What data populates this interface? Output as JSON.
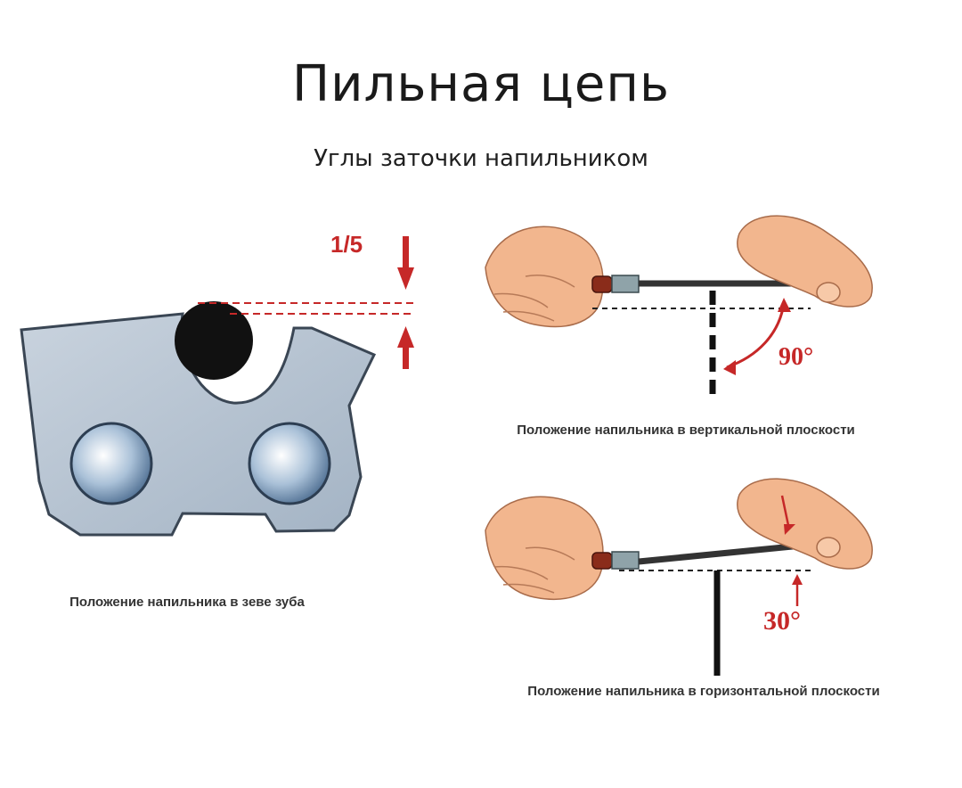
{
  "title": "Пильная цепь",
  "subtitle": "Углы заточки напильником",
  "tooth": {
    "fraction_label": "1/5",
    "caption": "Положение напильника в зеве зуба"
  },
  "vertical": {
    "angle_label": "90°",
    "caption": "Положение напильника в вертикальной плоскости"
  },
  "horizontal": {
    "angle_label": "30°",
    "caption": "Положение напильника в горизонтальной плоскости"
  },
  "colors": {
    "accent_red": "#c62828",
    "tooth_fill": "#b7c4d2",
    "skin": "#f2b68e",
    "file_dark": "#333333"
  }
}
